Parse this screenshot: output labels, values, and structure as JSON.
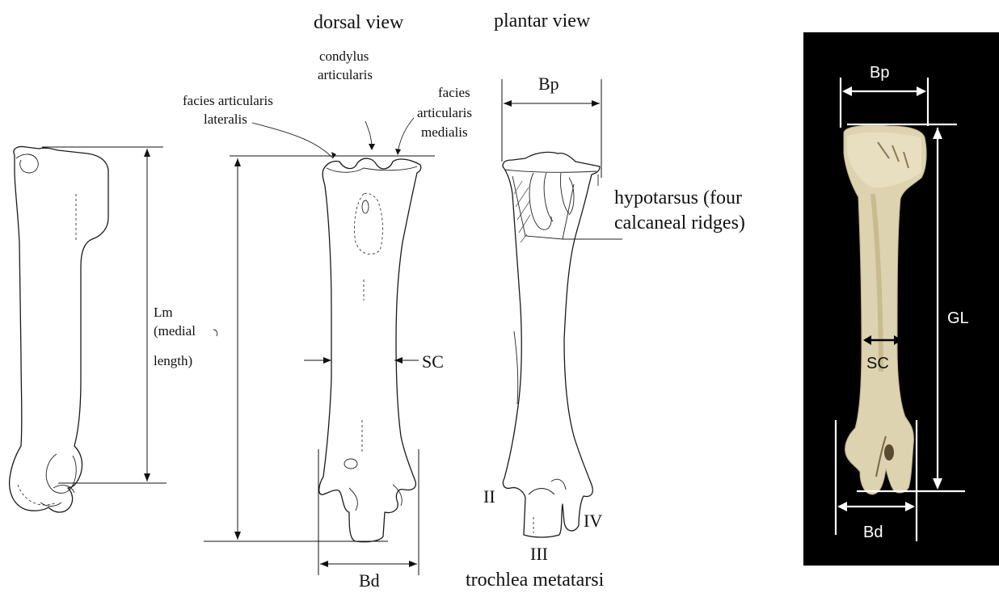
{
  "views": {
    "dorsal": "dorsal view",
    "plantar": "plantar view"
  },
  "labels": {
    "condylus_1": "condylus",
    "condylus_2": "articularis",
    "facies_lat_1": "facies articularis",
    "facies_lat_2": "lateralis",
    "facies_med_1": "facies",
    "facies_med_2": "articularis",
    "facies_med_3": "medialis",
    "lm_1": "Lm",
    "lm_2": "(medial",
    "lm_3": "length)",
    "sc": "SC",
    "bd": "Bd",
    "bp": "Bp",
    "hypotarsus_1": "hypotarsus (four",
    "hypotarsus_2": "calcaneal ridges)",
    "ii": "II",
    "iii": "III",
    "iv": "IV",
    "trochlea": "trochlea metatarsi"
  },
  "photo": {
    "bp": "Bp",
    "gl": "GL",
    "sc": "SC",
    "bd": "Bd"
  }
}
